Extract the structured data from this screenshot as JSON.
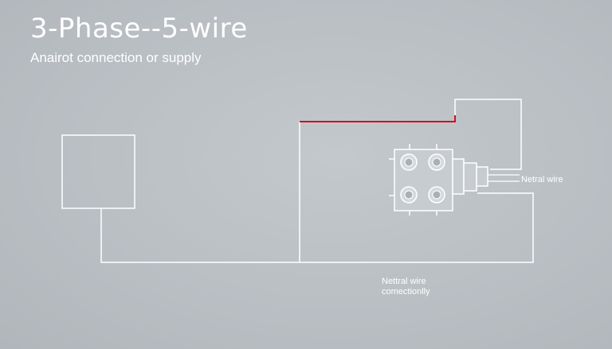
{
  "header": {
    "title": "3-Phase--5-wire",
    "subtitle": "Anairot connection or supply"
  },
  "labels": {
    "right_label": "Netral wire",
    "bottom_line1": "Nettral wire",
    "bottom_line2": "comectionlly"
  },
  "colors": {
    "background": "#bcc1c6",
    "wire": "#ffffff",
    "phase_wire": "#d1121c"
  }
}
